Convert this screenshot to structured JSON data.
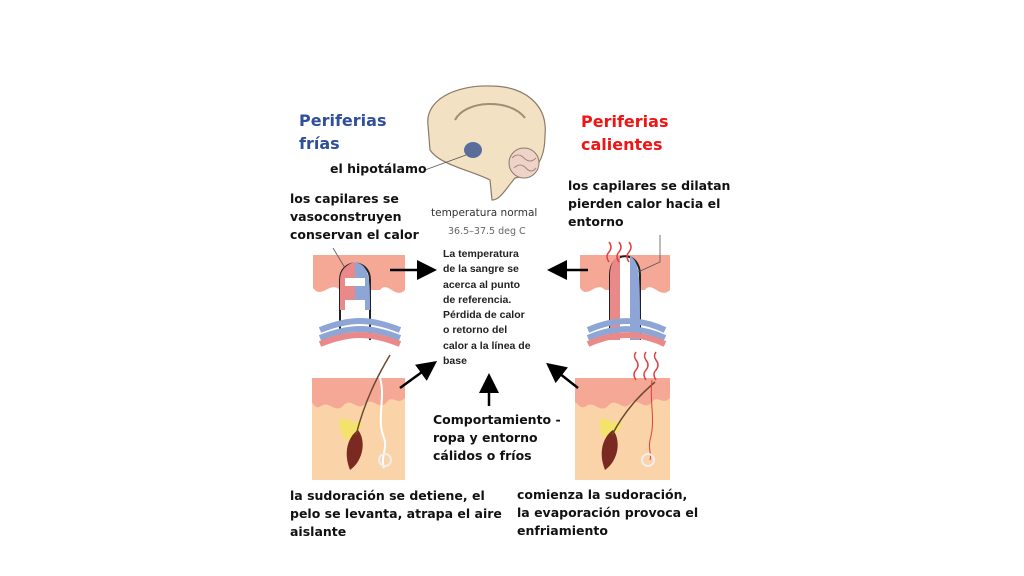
{
  "left": {
    "title": "Periferias\nfrías",
    "hypothalamus_label": "el hipotálamo",
    "capillary_caption": "los capilares se\nvasoconstruyen\nconservan el calor",
    "skin_caption": "la sudoración se detiene, el\npelo se levanta, atrapa el aire\naislante"
  },
  "right": {
    "title": "Periferias\ncalientes",
    "capillary_caption": "los capilares se dilatan\npierden calor hacia el\nentorno",
    "skin_caption": "comienza la sudoración,\nla evaporación provoca el\nenfriamiento"
  },
  "center": {
    "normal_temp_label": "temperatura normal",
    "normal_temp_range": "36.5–37.5 deg C",
    "description": "La temperatura\nde la sangre se\n acerca al punto\n de referencia.\nPérdida de calor\no retorno del\ncalor a la línea de\nbase",
    "behavior_caption": "Comportamiento -\nropa y entorno\ncálidos o fríos"
  },
  "colors": {
    "cold": "#2f4f9a",
    "hot": "#f01414",
    "skin": "#f5a896",
    "dermis": "#fad3a8"
  }
}
